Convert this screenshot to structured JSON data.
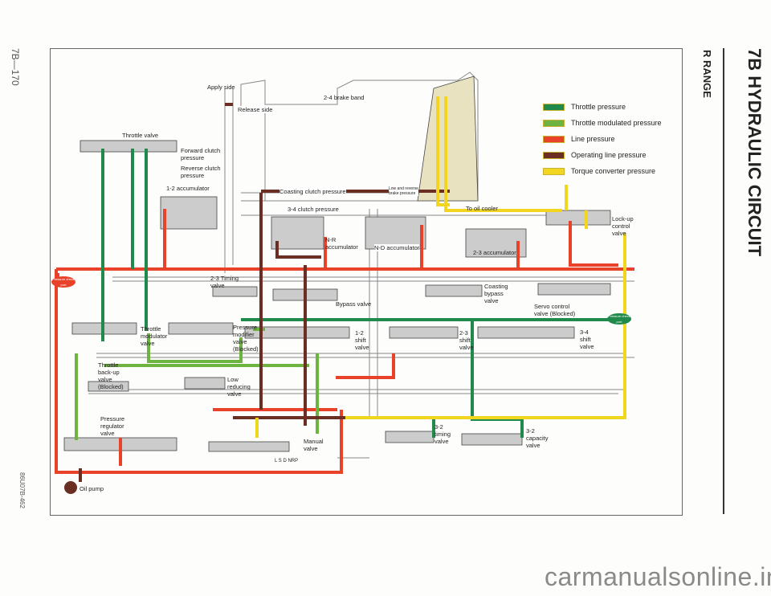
{
  "page_number": "7B—170",
  "section_title": "7B HYDRAULIC CIRCUIT",
  "range_title": "R RANGE",
  "figure_code": "86U07B-462",
  "watermark": "carmanualsonline.info",
  "legend": [
    {
      "label": "Throttle pressure",
      "color": "#1f8a4c"
    },
    {
      "label": "Throttle modulated pressure",
      "color": "#6db33f"
    },
    {
      "label": "Line pressure",
      "color": "#e8432a"
    },
    {
      "label": "Operating line pressure",
      "color": "#6b2e22"
    },
    {
      "label": "Torque converter pressure",
      "color": "#f1d51f"
    }
  ],
  "labels": {
    "apply_side": "Apply side",
    "brake_band": "2-4 brake band",
    "release_side": "Release side",
    "throttle_valve": "Throttle valve",
    "forward_clutch": "Forward clutch\npressure",
    "reverse_clutch": "Reverse clutch\npressure",
    "accumulator_12": "1-2 accumulator",
    "coasting_clutch": "Coasting clutch pressure",
    "low_reverse": "Low and reverse\nbrake pressure",
    "clutch_34": "3-4 clutch pressure",
    "oil_cooler": "To oil cooler",
    "nr_accumulator": "N-R\naccumulator",
    "nd_accumulator": "N-D accumulator",
    "accumulator_23": "2-3 accumulator",
    "lockup_valve": "Lock-up\ncontrol\nvalve",
    "timing_23": "2-3 Timing\nvalve",
    "bypass_valve": "Bypass valve",
    "coasting_bypass": "Coasting\nbypass\nvalve",
    "servo_control": "Servo control\nvalve (Blocked)",
    "pressure_check_port": "Pressure\ncheck port",
    "throttle_modulator": "Throttle\nmodulator\nvalve",
    "pressure_modifier": "Pressure\nmodifier\nvalve\n(Blocked)",
    "shift_12": "1-2\nshift\nvalve",
    "shift_23": "2-3\nshift\nvalve",
    "shift_34": "3-4\nshift\nvalve",
    "throttle_backup": "Throttle\nback-up\nvalve\n(Blocked)",
    "low_reducing": "Low\nreducing\nvalve",
    "pressure_regulator": "Pressure\nregulator\nvalve",
    "manual_valve": "Manual\nvalve",
    "manual_positions": "L S D NRP",
    "timing_32": "3-2\ntiming\nvalve",
    "capacity_32": "3-2\ncapacity\nvalve",
    "oil_pump": "Oil pump"
  }
}
